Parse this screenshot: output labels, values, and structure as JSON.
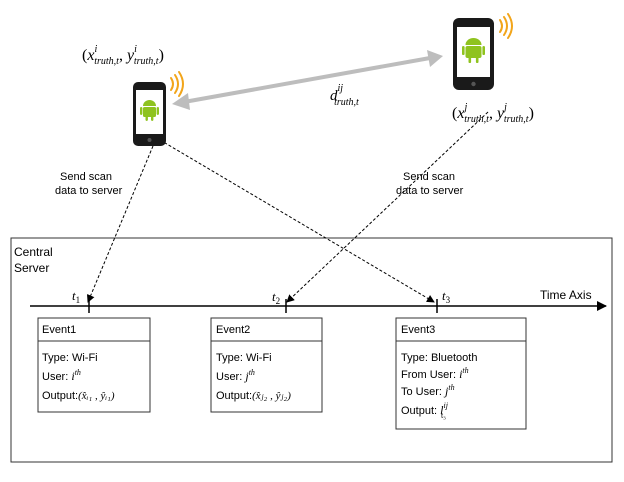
{
  "phones": [
    {
      "name": "phone-i"
    },
    {
      "name": "phone-j"
    }
  ],
  "phone_i_label": {
    "open": "(",
    "x": "x",
    "x_sup": "i",
    "x_sub": "truth,t",
    "comma": ", ",
    "y": "y",
    "y_sup": "i",
    "y_sub": "truth,t",
    "close": ")"
  },
  "phone_j_label": {
    "open": "(",
    "x": "x",
    "x_sup": "j",
    "x_sub": "truth,t",
    "comma": ", ",
    "y": "y",
    "y_sup": "j",
    "y_sub": "truth,t",
    "close": ")"
  },
  "distance_label": {
    "d": "d",
    "sup": "ij",
    "sub": "truth,t"
  },
  "send_scan_left": [
    "Send scan",
    "data to server"
  ],
  "send_scan_right": [
    "Send scan",
    "data to server"
  ],
  "server_label": [
    "Central",
    "Server"
  ],
  "time_axis_label": "Time Axis",
  "ticks": [
    {
      "t": "t",
      "sub": "1"
    },
    {
      "t": "t",
      "sub": "2"
    },
    {
      "t": "t",
      "sub": "3"
    }
  ],
  "events": [
    {
      "title": "Event1",
      "lines": [
        {
          "text": "Type: Wi-Fi"
        },
        {
          "text": "User: ",
          "math": "i",
          "math_sup": "th"
        },
        {
          "text": "Output:",
          "output": "(x̂ᵢ₁ , ŷᵢ₁)"
        }
      ]
    },
    {
      "title": "Event2",
      "lines": [
        {
          "text": "Type: Wi-Fi"
        },
        {
          "text": "User: ",
          "math": "j",
          "math_sup": "th"
        },
        {
          "text": "Output:",
          "output": "(x̂ⱼ₂ , ŷⱼ₂)"
        }
      ]
    },
    {
      "title": "Event3",
      "lines": [
        {
          "text": "Type: Bluetooth"
        },
        {
          "text": "From User: ",
          "math": "i",
          "math_sup": "th"
        },
        {
          "text": "To User: ",
          "math": "j",
          "math_sup": "th"
        },
        {
          "text": "Output: ",
          "math": "l",
          "math_sup": "ij",
          "math_sub": "t₃"
        }
      ]
    }
  ],
  "colors": {
    "phone_body": "#1a1a1a",
    "phone_screen": "#ffffff",
    "android_green": "#8fc31f",
    "signal": "#f2a51a",
    "distance_arrow": "#bdbdbd",
    "box_border": "#333333"
  }
}
